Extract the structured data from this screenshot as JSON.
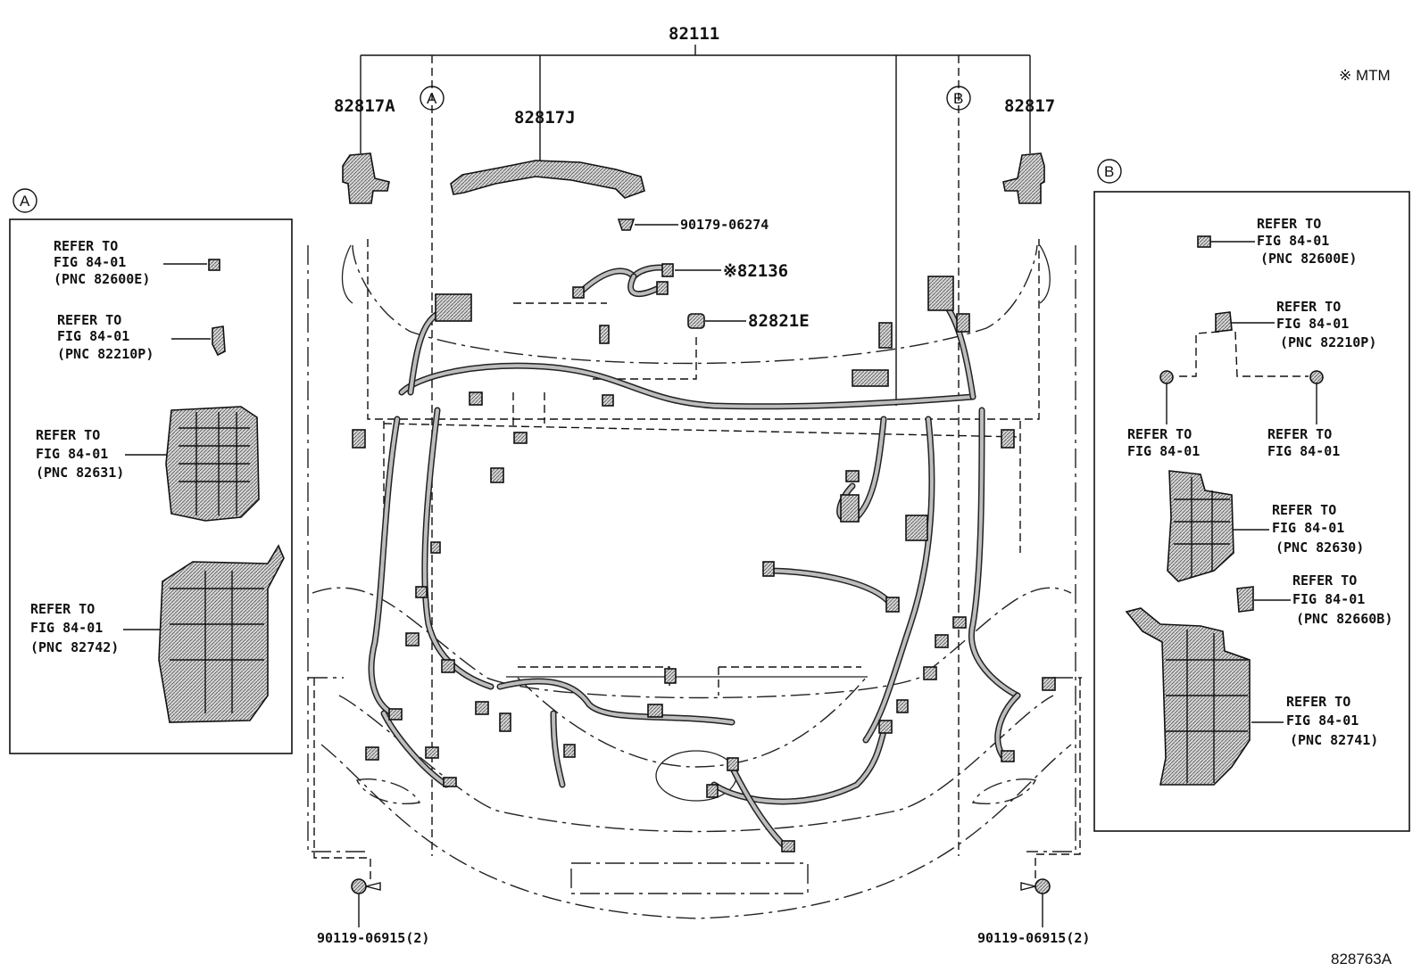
{
  "main_harness": {
    "part_no": "82111"
  },
  "top_labels": {
    "left_protector": "82817A",
    "right_protector": "82817",
    "center_protector": "82817J",
    "marker_a": "A",
    "marker_b": "B"
  },
  "note": "※ MTM",
  "callouts": {
    "clip": "90179-06274",
    "sub_harness": "※82136",
    "sensor": "82821E",
    "bolt_left": "90119-06915(2)",
    "bolt_right": "90119-06915(2)"
  },
  "panel_a": {
    "marker": "A",
    "items": [
      {
        "line1": "REFER TO",
        "line2": "FIG 84-01",
        "line3": "(PNC 82600E)"
      },
      {
        "line1": "REFER TO",
        "line2": "FIG 84-01",
        "line3": "(PNC 82210P)"
      },
      {
        "line1": "REFER TO",
        "line2": "FIG 84-01",
        "line3": "(PNC 82631)"
      },
      {
        "line1": "REFER TO",
        "line2": "FIG 84-01",
        "line3": "(PNC 82742)"
      }
    ]
  },
  "panel_b": {
    "marker": "B",
    "items": [
      {
        "line1": "REFER TO",
        "line2": "FIG 84-01",
        "line3": "(PNC 82600E)"
      },
      {
        "line1": "REFER TO",
        "line2": "FIG 84-01",
        "line3": "(PNC 82210P)"
      },
      {
        "line1": "REFER TO",
        "line2": "FIG 84-01"
      },
      {
        "line1": "REFER TO",
        "line2": "FIG 84-01"
      },
      {
        "line1": "REFER TO",
        "line2": "FIG 84-01",
        "line3": "(PNC 82630)"
      },
      {
        "line1": "REFER TO",
        "line2": "FIG 84-01",
        "line3": "(PNC 82660B)"
      },
      {
        "line1": "REFER TO",
        "line2": "FIG 84-01",
        "line3": "(PNC 82741)"
      }
    ]
  },
  "figure_id": "828763A"
}
